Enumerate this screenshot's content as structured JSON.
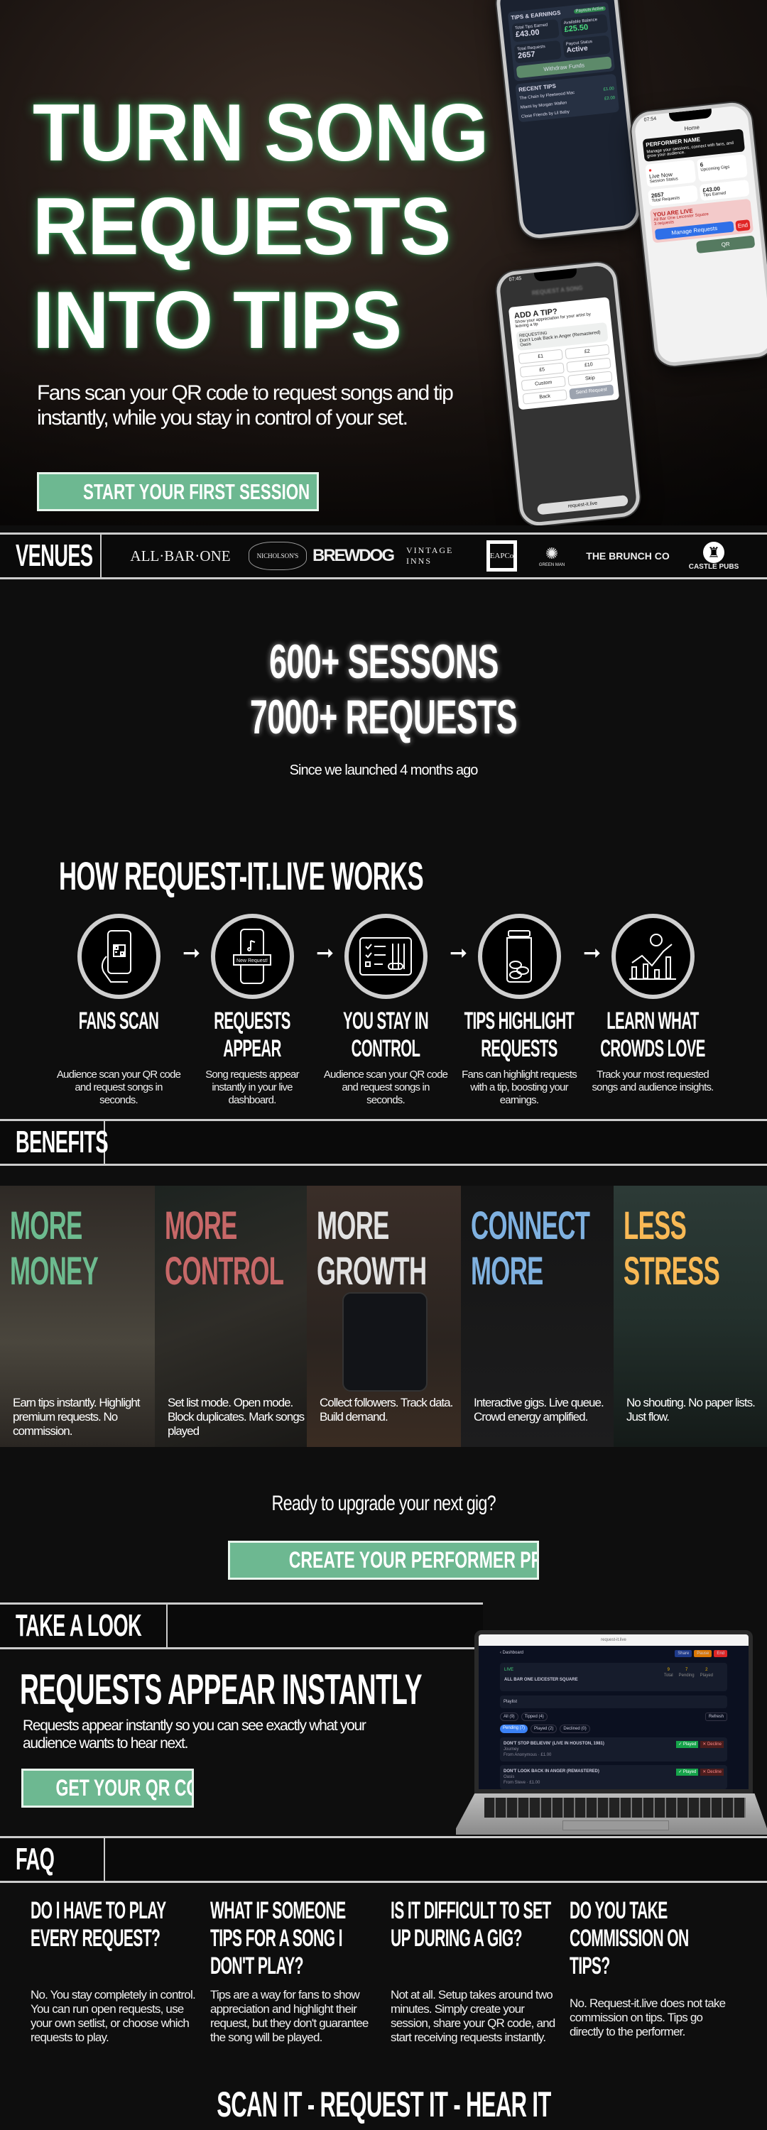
{
  "hero": {
    "title_lines": [
      "TURN SONG",
      "REQUESTS",
      "INTO TIPS"
    ],
    "subtitle": "Fans scan your QR code to request songs and tip instantly, while you stay in control of your set.",
    "cta_label": "START YOUR FIRST SESSION",
    "phone_earnings": {
      "title": "TIPS & EARNINGS",
      "badge": "Payouts Active",
      "total_tips_label": "Total Tips Earned",
      "total_tips": "£43.00",
      "available_label": "Available Balance",
      "available": "£25.50",
      "total_requests_label": "Total Requests",
      "total_requests": "2657",
      "payout_status_label": "Payout Status",
      "payout_status": "Active",
      "withdraw_label": "Withdraw Funds",
      "recent_title": "RECENT TIPS",
      "recent": [
        {
          "song": "The Chain by Fleetwood Mac",
          "amount": "£1.00"
        },
        {
          "song": "Miami by Morgan Wallen",
          "amount": "£2.00"
        },
        {
          "song": "Close Friends by Lil Baby",
          "amount": ""
        }
      ]
    },
    "phone_home": {
      "time": "07:54",
      "header": "Home",
      "performer": "PERFORMER NAME",
      "performer_sub": "Manage your sessions, connect with fans, and grow your audience.",
      "live_now": "Live Now",
      "live_sub": "Session Status",
      "upcoming": "6",
      "upcoming_label": "Upcoming Gigs",
      "requests": "2657",
      "requests_label": "Total Requests",
      "tips": "£43.00",
      "tips_label": "Tips Earned",
      "live_title": "YOU ARE LIVE",
      "live_venue": "All Bar One Leicester Square",
      "live_requests": "3 requests",
      "manage_label": "Manage Requests",
      "end_label": "End",
      "qr_label": "QR"
    },
    "phone_tip": {
      "time": "07:45",
      "header": "REQUEST A SONG",
      "title": "ADD A TIP?",
      "desc": "Show your appreciation for your artist by leaving a tip",
      "requesting_label": "REQUESTING",
      "song": "Don't Look Back in Anger (Remastered)",
      "artist": "Oasis",
      "amounts": [
        "£1",
        "£2",
        "£5",
        "£10",
        "Custom",
        "Skip"
      ],
      "back_label": "Back",
      "send_label": "Send Request",
      "url": "request-it.live"
    }
  },
  "venues": {
    "label": "VENUES",
    "logos": [
      "ALL·BAR·ONE",
      "NICHOLSON'S",
      "BREWDOG",
      "VINTAGE INNS",
      "EAPCo",
      "GREEN MAN",
      "THE BRUNCH CO",
      "CASTLE PUBS"
    ]
  },
  "stats": {
    "line1": "600+ SESSONS",
    "line2": "7000+ REQUESTS",
    "caption": "Since we launched 4 months ago"
  },
  "how": {
    "title": "HOW REQUEST-IT.LIVE WORKS",
    "steps": [
      {
        "icon": "phone-qr-icon",
        "title": "FANS SCAN",
        "desc": "Audience scan your QR code and request songs in seconds."
      },
      {
        "icon": "phone-notification-icon",
        "title": "REQUESTS APPEAR",
        "desc": "Song requests appear instantly in your live dashboard.",
        "badge": "New Request!"
      },
      {
        "icon": "tablet-controls-icon",
        "title": "YOU STAY IN CONTROL",
        "desc": "Audience scan your QR code and request songs in seconds."
      },
      {
        "icon": "tip-jar-icon",
        "title": "TIPS HIGHLIGHT REQUESTS",
        "desc": "Fans can highlight requests with a tip, boosting your earnings."
      },
      {
        "icon": "analytics-icon",
        "title": "LEARN WHAT CROWDS LOVE",
        "desc": "Track your most requested songs and audience insights."
      }
    ]
  },
  "benefits": {
    "label": "BENEFITS",
    "cards": [
      {
        "title": [
          "MORE",
          "MONEY"
        ],
        "color": "#6dbb8f",
        "desc": "Earn tips instantly. Highlight premium requests. No commission."
      },
      {
        "title": [
          "MORE",
          "CONTROL"
        ],
        "color": "#c76868",
        "desc": "Set list mode. Open mode. Block duplicates. Mark songs played"
      },
      {
        "title": [
          "MORE",
          "GROWTH"
        ],
        "color": "#e2e2e2",
        "desc": "Collect followers. Track data. Build demand."
      },
      {
        "title": [
          "CONNECT",
          "MORE"
        ],
        "color": "#7fb1e0",
        "desc": "Interactive gigs. Live queue. Crowd energy amplified."
      },
      {
        "title": [
          "LESS",
          "STRESS"
        ],
        "color": "#f9b955",
        "desc": "No shouting. No paper lists. Just flow."
      }
    ]
  },
  "cta": {
    "question": "Ready to upgrade your next gig?",
    "button": "CREATE YOUR PERFORMER PROFILE"
  },
  "take_a_look": {
    "label": "TAKE A LOOK",
    "title": "REQUESTS APPEAR INSTANTLY",
    "desc": "Requests appear instantly so you can see exactly what your audience wants to hear next.",
    "button": "GET YOUR QR CODE",
    "dashboard": {
      "url": "request-it.live",
      "back": "‹ Dashboard",
      "actions": [
        "Share",
        "Pause",
        "End"
      ],
      "live": "LIVE",
      "venue": "ALL BAR ONE LEICESTER SQUARE",
      "stats": [
        {
          "v": "9",
          "l": "Total"
        },
        {
          "v": "7",
          "l": "Pending"
        },
        {
          "v": "2",
          "l": "Played"
        }
      ],
      "playlist": "Playlist",
      "filters": [
        "All (9)",
        "Tipped (4)"
      ],
      "refresh": "Refresh",
      "tabs": [
        "Pending (7)",
        "Played (2)",
        "Declined (0)"
      ],
      "requests": [
        {
          "song": "DON'T STOP BELIEVIN' (LIVE IN HOUSTON, 1981)",
          "artist": "Journey",
          "from": "From Anonymous · £1.00"
        },
        {
          "song": "DON'T LOOK BACK IN ANGER (REMASTERED)",
          "artist": "Oasis",
          "from": "From Steve · £1.00"
        }
      ],
      "played": "✓ Played",
      "decline": "✕ Decline"
    }
  },
  "faq": {
    "label": "FAQ",
    "items": [
      {
        "q": "DO I HAVE TO PLAY EVERY REQUEST?",
        "a": "No. You stay completely in control. You can run open requests, use your own setlist, or choose which requests to play."
      },
      {
        "q": "WHAT IF SOMEONE TIPS FOR A SONG I DON'T PLAY?",
        "a": "Tips are a way for fans to show appreciation and highlight their request, but they don't guarantee the song will be played."
      },
      {
        "q": "IS IT DIFFICULT TO SET UP DURING A GIG?",
        "a": "Not at all. Setup takes around two minutes. Simply create your session, share your QR code, and start receiving requests instantly."
      },
      {
        "q": "DO YOU TAKE COMMISSION ON TIPS?",
        "a": "No. Request-it.live does not take commission on tips. Tips go directly to the performer."
      }
    ]
  },
  "footer": {
    "tagline": "SCAN IT - REQUEST IT - HEAR IT"
  },
  "colors": {
    "accent_green": "#6db891",
    "background": "#0e0e0e"
  }
}
